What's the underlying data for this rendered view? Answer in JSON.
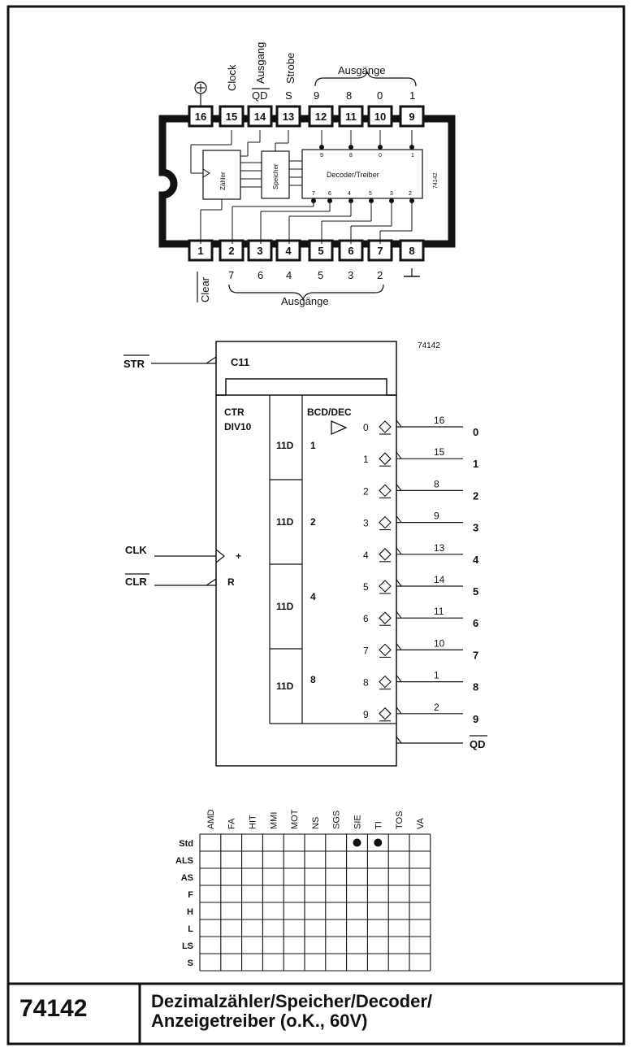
{
  "pinout": {
    "top_pins": [
      "16",
      "15",
      "14",
      "13",
      "12",
      "11",
      "10",
      "9"
    ],
    "bottom_pins": [
      "1",
      "2",
      "3",
      "4",
      "5",
      "6",
      "7",
      "8"
    ],
    "top_labels": [
      "⊕",
      "Clock",
      "QD",
      "S",
      "9",
      "8",
      "0",
      "1"
    ],
    "top_label_rotated": [
      "",
      "Clock",
      "Ausgang",
      "Strobe"
    ],
    "outputs_header": "Ausgänge",
    "bottom_labels": [
      "Clear",
      "7",
      "6",
      "4",
      "5",
      "3",
      "2"
    ],
    "outputs_footer": "Ausgänge",
    "block_counter": "Zähler",
    "block_memory": "Speicher",
    "block_decoder": "Decoder/Treiber",
    "decoder_top_nums": [
      "9",
      "8",
      "0",
      "1"
    ],
    "decoder_bottom_nums": [
      "7",
      "6",
      "4",
      "5",
      "3",
      "2"
    ],
    "chip_id": "74142"
  },
  "logic_symbol": {
    "chip_id": "74142",
    "str_label": "STR",
    "c11": "C11",
    "ctr": "CTR",
    "div10": "DIV10",
    "bcd_dec": "BCD/DEC",
    "clk": "CLK",
    "clr": "CLR",
    "plus": "+",
    "r": "R",
    "d_labels": [
      "11D",
      "11D",
      "11D",
      "11D"
    ],
    "weights": [
      "1",
      "2",
      "4",
      "8"
    ],
    "outputs": [
      {
        "idx": "0",
        "pin": "16",
        "name": "0"
      },
      {
        "idx": "1",
        "pin": "15",
        "name": "1"
      },
      {
        "idx": "2",
        "pin": "8",
        "name": "2"
      },
      {
        "idx": "3",
        "pin": "9",
        "name": "3"
      },
      {
        "idx": "4",
        "pin": "13",
        "name": "4"
      },
      {
        "idx": "5",
        "pin": "14",
        "name": "5"
      },
      {
        "idx": "6",
        "pin": "11",
        "name": "6"
      },
      {
        "idx": "7",
        "pin": "10",
        "name": "7"
      },
      {
        "idx": "8",
        "pin": "1",
        "name": "8"
      },
      {
        "idx": "9",
        "pin": "2",
        "name": "9"
      }
    ],
    "qd": "QD"
  },
  "availability": {
    "manufacturers": [
      "AMD",
      "FA",
      "HIT",
      "MMI",
      "MOT",
      "NS",
      "SGS",
      "SIE",
      "TI",
      "TOS",
      "VA"
    ],
    "families": [
      "Std",
      "ALS",
      "AS",
      "F",
      "H",
      "L",
      "LS",
      "S"
    ],
    "marks": [
      [
        "Std",
        "SIE"
      ],
      [
        "Std",
        "TI"
      ]
    ]
  },
  "footer": {
    "code": "74142",
    "title_line1": "Dezimalzähler/Speicher/Decoder/",
    "title_line2": "Anzeigetreiber (o.K., 60V)"
  }
}
